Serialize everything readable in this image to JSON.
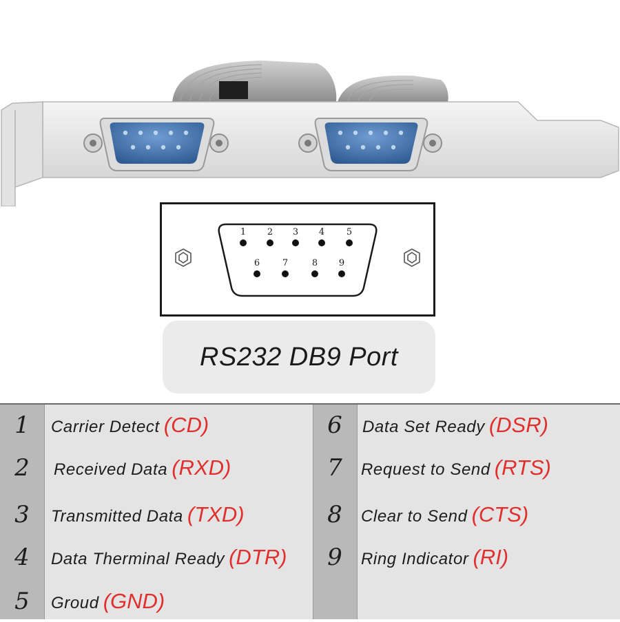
{
  "title": "RS232 DB9 Port",
  "diagram": {
    "top_row_pins": [
      "1",
      "2",
      "3",
      "4",
      "5"
    ],
    "bottom_row_pins": [
      "6",
      "7",
      "8",
      "9"
    ]
  },
  "pins": [
    {
      "num": "1",
      "label": "Carrier Detect",
      "abbr": "(CD)"
    },
    {
      "num": "2",
      "label": "Received Data",
      "abbr": "(RXD)"
    },
    {
      "num": "3",
      "label": "Transmitted Data",
      "abbr": "(TXD)"
    },
    {
      "num": "4",
      "label": "Data Therminal Ready",
      "abbr": "(DTR)"
    },
    {
      "num": "5",
      "label": "Groud",
      "abbr": "(GND)"
    },
    {
      "num": "6",
      "label": "Data Set Ready",
      "abbr": "(DSR)"
    },
    {
      "num": "7",
      "label": "Request to Send",
      "abbr": "(RTS)"
    },
    {
      "num": "8",
      "label": "Clear to Send",
      "abbr": "(CTS)"
    },
    {
      "num": "9",
      "label": "Ring Indicator",
      "abbr": "(RI)"
    }
  ],
  "colors": {
    "connector_blue": "#4a7ab0",
    "abbr_red": "#e0302e",
    "bracket_gray": "#e6e6e6"
  }
}
